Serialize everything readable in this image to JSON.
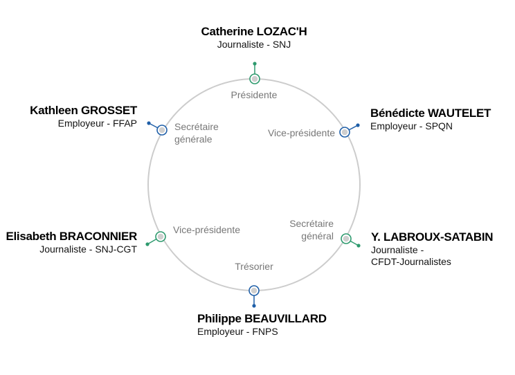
{
  "colors": {
    "ring": "#cccccc",
    "journaliste": "#2e9a6e",
    "employeur": "#1f5fa8",
    "node_fill": "#cfcfcf"
  },
  "members": [
    {
      "name": "Catherine LOZAC'H",
      "org": "Journaliste - SNJ",
      "role": "Présidente",
      "group": "journaliste"
    },
    {
      "name": "Bénédicte WAUTELET",
      "org": "Employeur - SPQN",
      "role": "Vice-présidente",
      "group": "employeur"
    },
    {
      "name": "Y. LABROUX-SATABIN",
      "org": "Journaliste -\nCFDT-Journalistes",
      "role": "Secrétaire\ngénéral",
      "group": "journaliste"
    },
    {
      "name": "Philippe BEAUVILLARD",
      "org": "Employeur - FNPS",
      "role": "Trésorier",
      "group": "employeur"
    },
    {
      "name": "Elisabeth BRACONNIER",
      "org": "Journaliste - SNJ-CGT",
      "role": "Vice-présidente",
      "group": "journaliste"
    },
    {
      "name": "Kathleen GROSSET",
      "org": "Employeur - FFAP",
      "role": "Secrétaire\ngénérale",
      "group": "employeur"
    }
  ]
}
